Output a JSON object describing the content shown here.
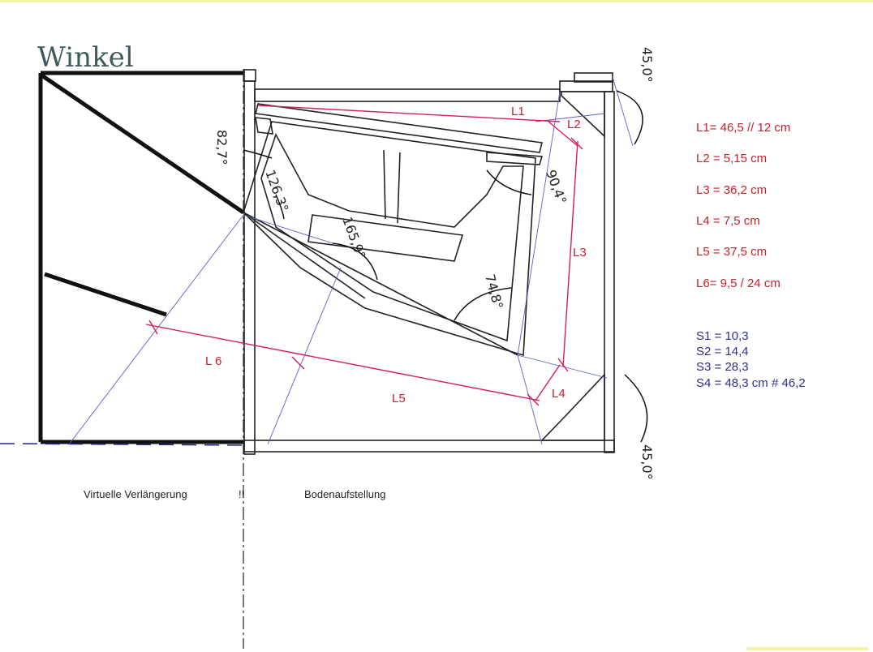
{
  "title": "Winkel",
  "annotations": {
    "lengths": [
      "L1= 46,5 // 12 cm",
      "L2 =   5,15 cm",
      "L3 =  36,2 cm",
      "L4 =    7,5 cm",
      "L5 =  37,5 cm",
      "L6=  9,5 / 24 cm"
    ],
    "sections": [
      "S1 = 10,3",
      "S2 = 14,4",
      "S3 = 28,3",
      "S4 = 48,3 cm #  46,2"
    ]
  },
  "labels": {
    "l1": "L1",
    "l2": "L2",
    "l3": "L3",
    "l4": "L4",
    "l5": "L5",
    "l6": "L 6"
  },
  "angles": {
    "a_top_right": "45,0°",
    "a_bottom_right": "45,0°",
    "a_82": "82,7°",
    "a_126": "126,3°",
    "a_90": "90,4°",
    "a_165": "165,9°",
    "a_74": "74,8°"
  },
  "captions": {
    "virtual": "Virtuelle Verlängerung",
    "marks": "!!",
    "floor": "Bodenaufstellung"
  },
  "colors": {
    "annotation_red": "#c8202c",
    "annotation_blue": "#2b2f8f",
    "construction_blue": "#5a5fd0",
    "dimension_red": "#d41c5c",
    "outline": "#222222"
  }
}
